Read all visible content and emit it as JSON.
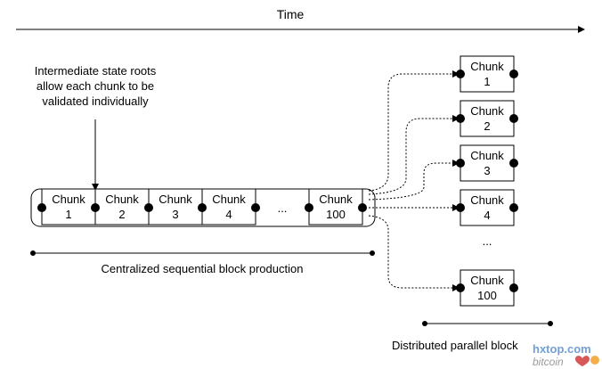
{
  "time_label": "Time",
  "annotation": {
    "line1": "Intermediate state roots",
    "line2": "allow each chunk to be",
    "line3": "validated individually"
  },
  "sequential": {
    "chunks": [
      {
        "word": "Chunk",
        "num": "1"
      },
      {
        "word": "Chunk",
        "num": "2"
      },
      {
        "word": "Chunk",
        "num": "3"
      },
      {
        "word": "Chunk",
        "num": "4"
      }
    ],
    "ellipsis": "...",
    "last_chunk": {
      "word": "Chunk",
      "num": "100"
    },
    "caption": "Centralized sequential block production"
  },
  "parallel": {
    "chunks": [
      {
        "word": "Chunk",
        "num": "1"
      },
      {
        "word": "Chunk",
        "num": "2"
      },
      {
        "word": "Chunk",
        "num": "3"
      },
      {
        "word": "Chunk",
        "num": "4"
      }
    ],
    "ellipsis": "...",
    "last_chunk": {
      "word": "Chunk",
      "num": "100"
    },
    "caption": "Distributed parallel block"
  },
  "watermark": {
    "site": "hxtop.com",
    "brand": "bitcoin"
  }
}
